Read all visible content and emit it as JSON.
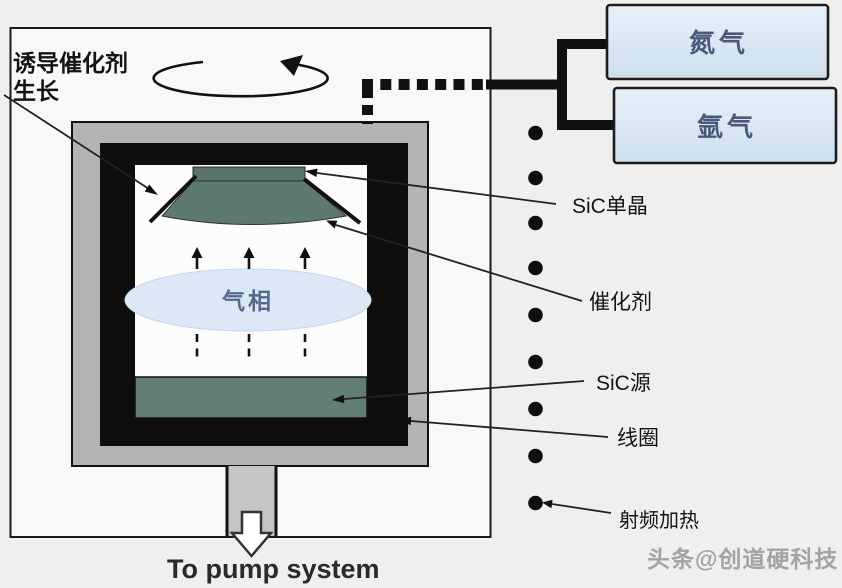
{
  "labels": {
    "induced_growth_line1": "诱导催化剂",
    "induced_growth_line2": "生长",
    "sic_single_crystal": "SiC单晶",
    "catalyst": "催化剂",
    "sic_source": "SiC源",
    "coil": "线圈",
    "rf_heating": "射频加热",
    "gas_phase": "气相",
    "pump": "To pump system"
  },
  "gas_supply_boxes": [
    {
      "label": "氮气"
    },
    {
      "label": "氩气"
    }
  ],
  "watermark": "头条@创道硬科技",
  "colors": {
    "background": "#efefef",
    "chamber_fill": "#f8f8f8",
    "furnace_gray": "#b4b4b4",
    "crucible_black": "#0e0e0e",
    "seed_holder_green": "#597568",
    "seed_body_green": "#5e7a70",
    "source_green": "#627d73",
    "gas_box_fill_top": "#e6eff7",
    "gas_box_fill_bottom": "#cde0ee",
    "gas_text": "#4a5878",
    "vapor_ellipse_fill": "#dbe9f6",
    "vapor_text": "#57688c",
    "watermark_gray": "#9b9b9b"
  }
}
